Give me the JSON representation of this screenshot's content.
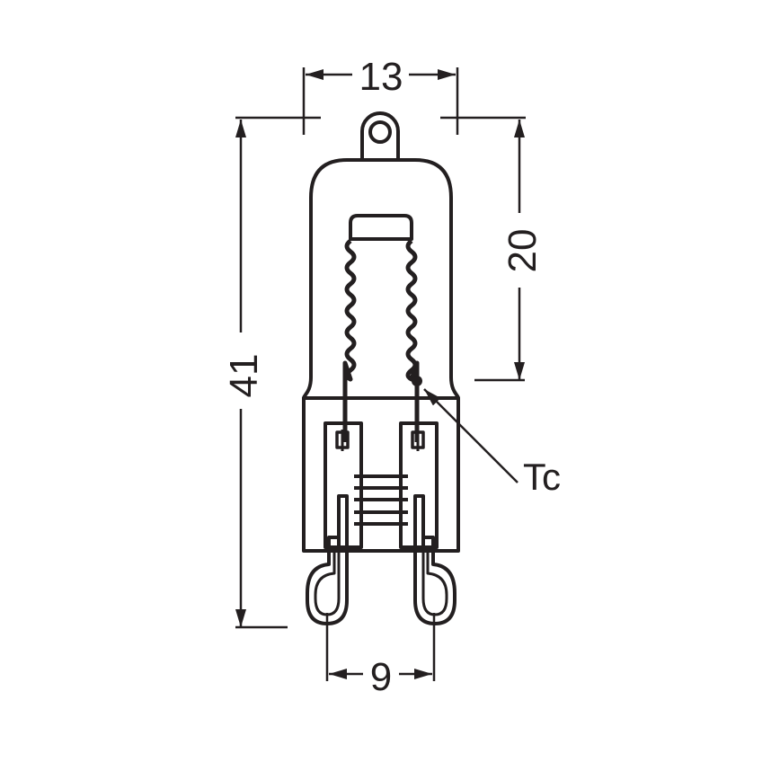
{
  "diagram": {
    "type": "technical-dimension-drawing",
    "subject": "G9 halogen capsule lamp",
    "line_color": "#231f20",
    "background_color": "#ffffff",
    "dimensions": {
      "width_top": {
        "value": "13",
        "orientation": "horizontal"
      },
      "height_total": {
        "value": "41",
        "orientation": "vertical"
      },
      "height_light_center": {
        "value": "20",
        "orientation": "vertical"
      },
      "pin_spacing": {
        "value": "9",
        "orientation": "horizontal"
      }
    },
    "annotations": {
      "tc": {
        "label": "Tc",
        "meaning": "temperature measurement point"
      }
    }
  }
}
